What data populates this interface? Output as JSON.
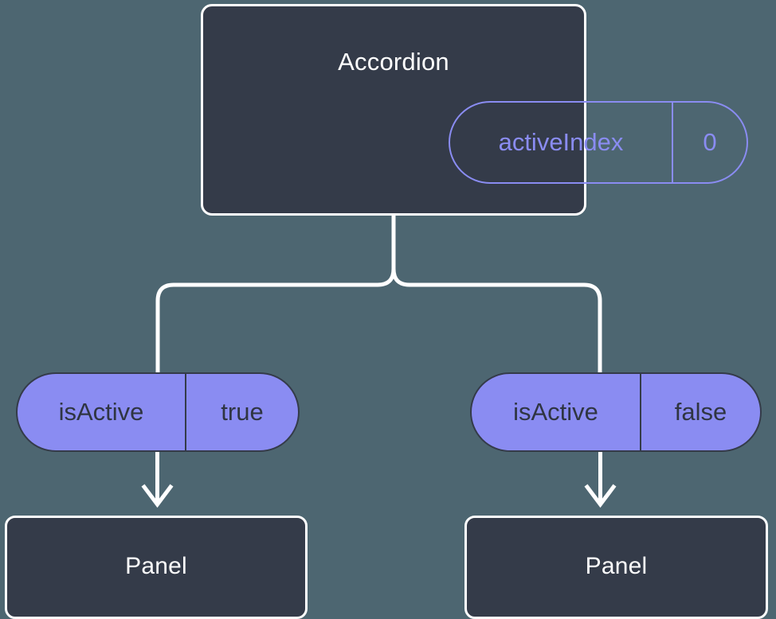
{
  "diagram": {
    "type": "component-state-tree",
    "background_color": "#4d6671",
    "node_fill_color": "#343b49",
    "node_border_color": "#ffffff",
    "accent_color": "#8a8cf2",
    "connector_color": "#ffffff"
  },
  "accordion": {
    "title": "Accordion",
    "prop": {
      "key": "activeIndex",
      "value": "0"
    }
  },
  "children": [
    {
      "prop": {
        "key": "isActive",
        "value": "true"
      },
      "panel_title": "Panel"
    },
    {
      "prop": {
        "key": "isActive",
        "value": "false"
      },
      "panel_title": "Panel"
    }
  ],
  "icons": {
    "arrow_down": "arrow-down-icon",
    "fork_connector": "fork-connector-icon"
  }
}
